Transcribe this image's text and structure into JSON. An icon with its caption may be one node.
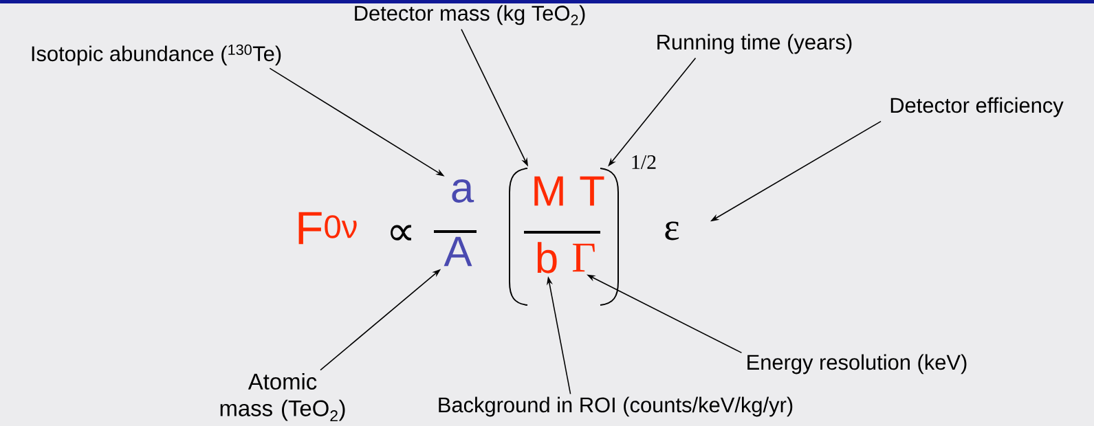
{
  "diagram": {
    "nodes": [
      {
        "text": [
          "Isotopic abundance ($^{130}$Te)"
        ]
      },
      {
        "text": [
          "Detector mass (kg TeO$_{2}$)"
        ]
      },
      {
        "text": [
          "Running time (years)"
        ]
      },
      {
        "text": [
          "Detector efficiency"
        ]
      },
      {
        "text": [
          "Atomic mass (TeO$_{2}$)"
        ]
      },
      {
        "text": [
          "Background in ROI (counts/keV/kg/yr)"
        ]
      },
      {
        "text": [
          "Energy resolution (keV)"
        ]
      },
      {
        "text": [
          "a"
        ]
      },
      {
        "text": [
          "M"
        ]
      },
      {
        "text": [
          "T"
        ]
      },
      {
        "text": [
          "ε"
        ]
      },
      {
        "text": [
          "A"
        ]
      },
      {
        "text": [
          "b"
        ]
      },
      {
        "text": [
          "Γ"
        ]
      }
    ],
    "edges": [
      {
        "from": 0,
        "to": 7,
        "arrow": "to"
      },
      {
        "from": 1,
        "to": 8,
        "arrow": "to"
      },
      {
        "from": 2,
        "to": 9,
        "arrow": "to"
      },
      {
        "from": 3,
        "to": 10,
        "arrow": "to"
      },
      {
        "from": 4,
        "to": 11,
        "arrow": "to"
      },
      {
        "from": 5,
        "to": 12,
        "arrow": "to"
      },
      {
        "from": 6,
        "to": 13,
        "arrow": "to"
      }
    ],
    "labels": [
      "F$^{0ν}$",
      "∝",
      "1/2"
    ]
  }
}
